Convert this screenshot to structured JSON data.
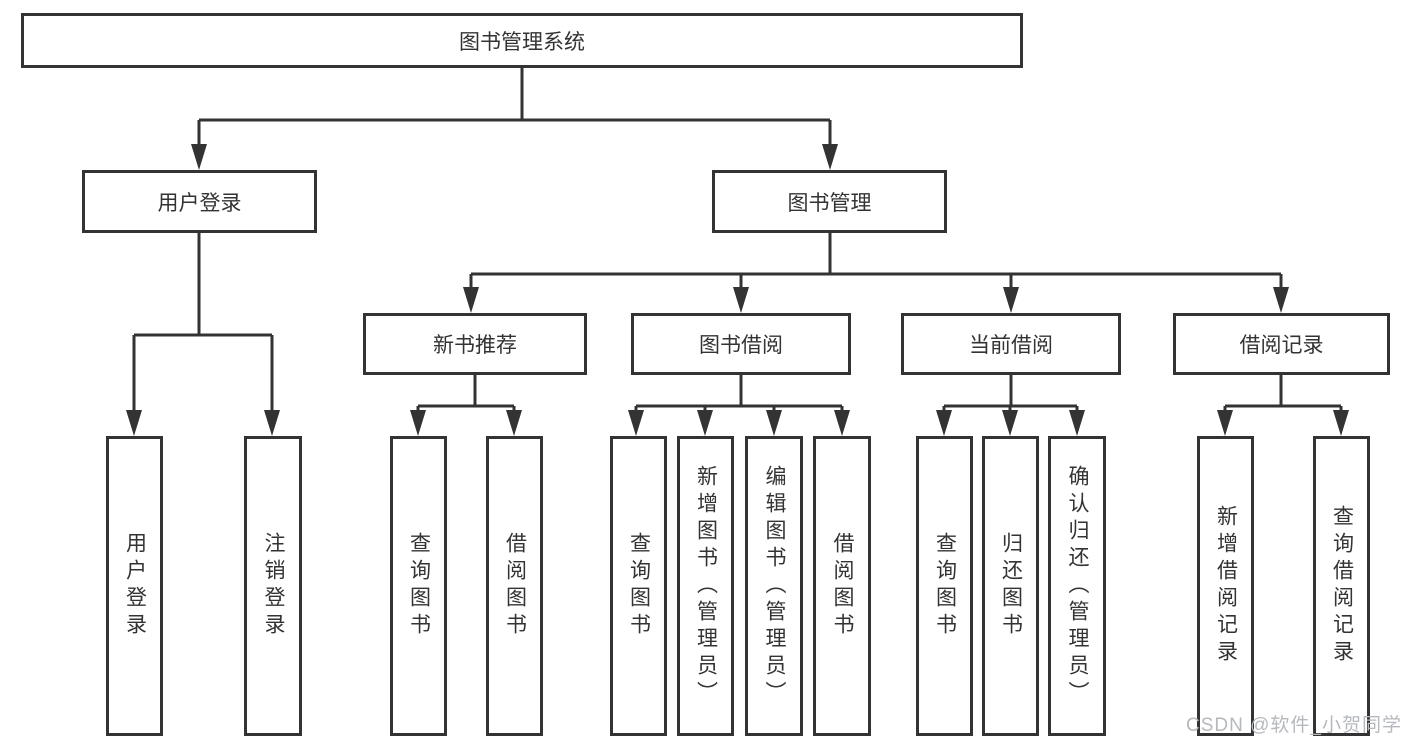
{
  "diagram": {
    "title_node": {
      "label": "图书管理系统"
    },
    "level2": [
      {
        "label": "用户登录"
      },
      {
        "label": "图书管理"
      }
    ],
    "level3": [
      {
        "label": "新书推荐"
      },
      {
        "label": "图书借阅"
      },
      {
        "label": "当前借阅"
      },
      {
        "label": "借阅记录"
      }
    ],
    "leaves": {
      "user_login": [
        "用户登录",
        "注销登录"
      ],
      "new_book": [
        "查询图书",
        "借阅图书"
      ],
      "borrow": [
        "查询图书",
        "新增图书（管理员）",
        "编辑图书（管理员）",
        "借阅图书"
      ],
      "current": [
        "查询图书",
        "归还图书",
        "确认归还（管理员）"
      ],
      "records": [
        "新增借阅记录",
        "查询借阅记录"
      ]
    },
    "watermark": "CSDN @软件_小贺同学",
    "colors": {
      "line": "#333333",
      "text": "#333333",
      "background": "#ffffff",
      "watermark": "#b5b9be"
    }
  }
}
